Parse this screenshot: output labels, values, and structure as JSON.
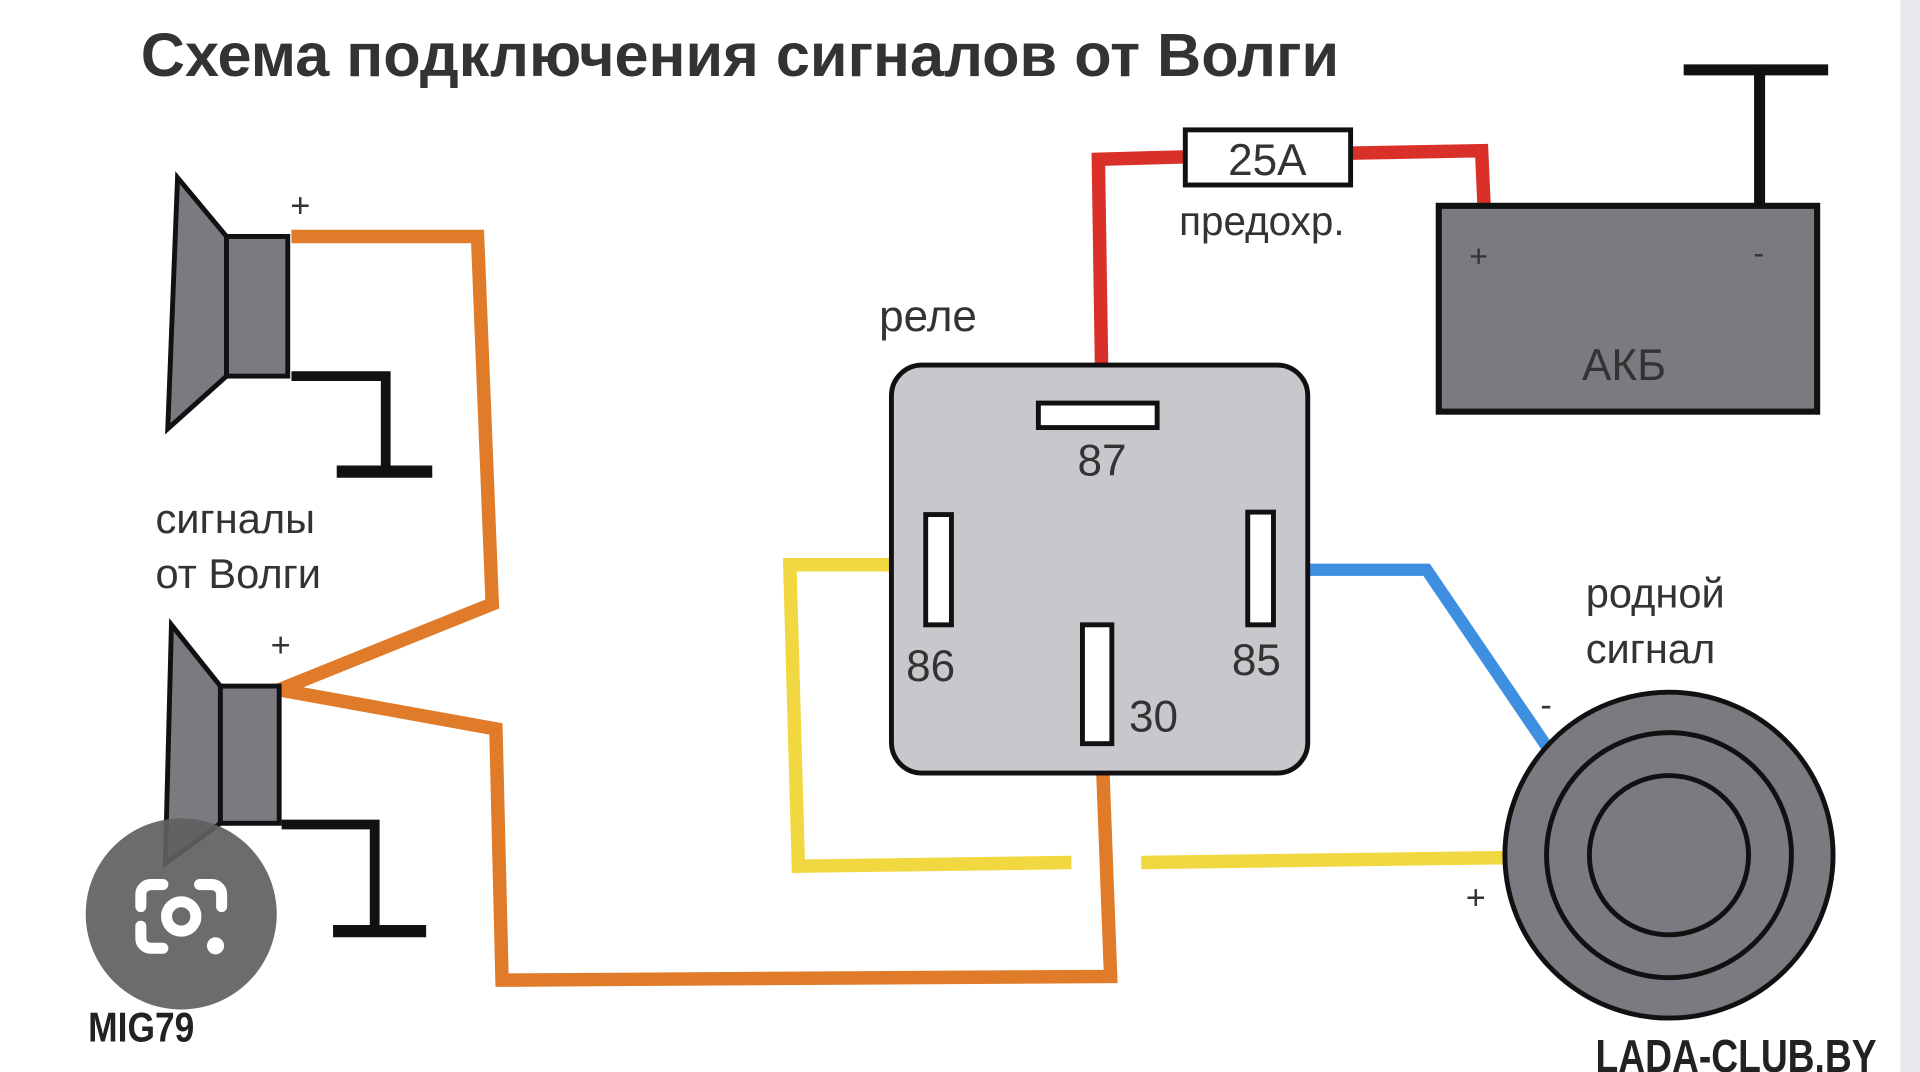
{
  "title": "Схема подключения сигналов от Волги",
  "fuse": {
    "rating": "25A",
    "label": "предохр."
  },
  "battery": {
    "label": "АКБ",
    "plus": "+",
    "minus": "-"
  },
  "relay": {
    "label": "реле",
    "pins": {
      "p87": "87",
      "p86": "86",
      "p85": "85",
      "p30": "30"
    }
  },
  "horns": {
    "label_line1": "сигналы",
    "label_line2": "от Волги",
    "plus_top": "+",
    "plus_bottom": "+"
  },
  "native_horn": {
    "label_line1": "родной",
    "label_line2": "сигнал",
    "minus": "-",
    "plus": "+"
  },
  "watermarks": {
    "left": "MIG79",
    "right": "LADA-CLUB.BY"
  },
  "colors": {
    "red": "#d9302a",
    "orange": "#e07b2a",
    "yellow": "#f2d840",
    "blue": "#3f8fe0",
    "gray": "#7a7a80",
    "relay_body": "#c8c8cc"
  }
}
